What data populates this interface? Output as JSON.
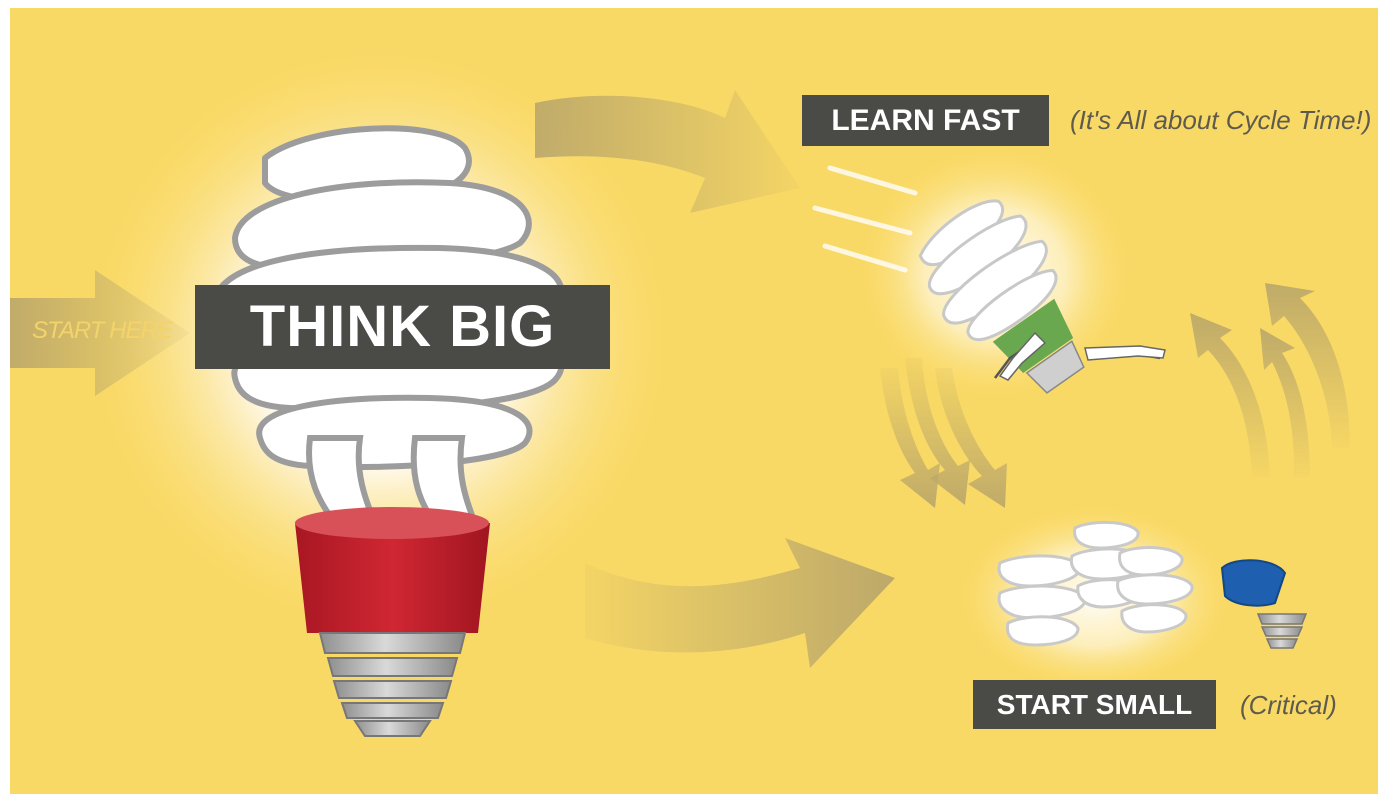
{
  "labels": {
    "think_big": "THINK BIG",
    "learn_fast": "LEARN FAST",
    "learn_fast_note": "(It's All about Cycle Time!)",
    "start_small": "START SMALL",
    "start_small_note": "(Critical)",
    "start_here": "START HERE"
  },
  "colors": {
    "background": "#f9d965",
    "label_box": "#4a4a47",
    "arrow": "#b6a36a",
    "bulb_base_red": "#c1202c",
    "bulb_base_green": "#6aa84f",
    "bulb_base_blue": "#1e5fb0"
  },
  "icons": {
    "big_bulb": "cfl-lightbulb-icon",
    "running_bulb": "running-lightbulb-icon",
    "small_bulbs": "lightbulb-parts-icon"
  }
}
